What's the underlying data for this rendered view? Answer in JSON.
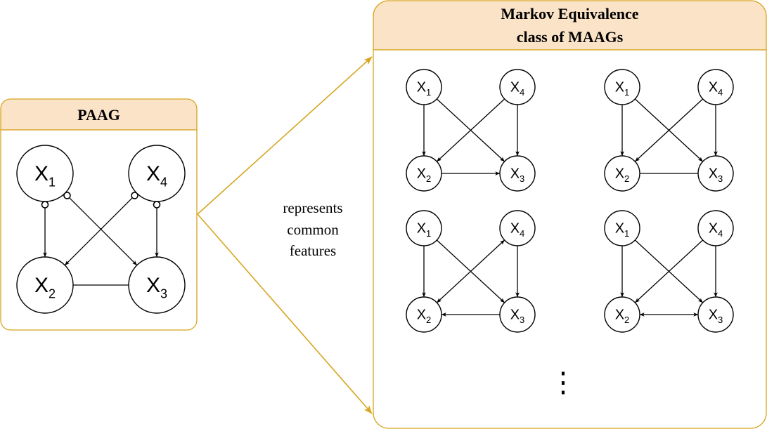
{
  "paag": {
    "title": "PAAG",
    "nodes": [
      {
        "id": "x1",
        "base": "X",
        "sub": "1"
      },
      {
        "id": "x4",
        "base": "X",
        "sub": "4"
      },
      {
        "id": "x2",
        "base": "X",
        "sub": "2"
      },
      {
        "id": "x3",
        "base": "X",
        "sub": "3"
      }
    ],
    "edges": [
      {
        "from": "x1",
        "to": "x2",
        "tail": "circle",
        "head": "arrow"
      },
      {
        "from": "x1",
        "to": "x3",
        "tail": "circle",
        "head": "arrow"
      },
      {
        "from": "x4",
        "to": "x2",
        "tail": "circle",
        "head": "arrow"
      },
      {
        "from": "x4",
        "to": "x3",
        "tail": "circle",
        "head": "arrow"
      },
      {
        "from": "x2",
        "to": "x3",
        "tail": "none",
        "head": "none"
      }
    ]
  },
  "connector_label": [
    "represents",
    "common",
    "features"
  ],
  "mec": {
    "title_lines": [
      "Markov Equivalence",
      "class of MAAGs"
    ],
    "graphs": [
      {
        "edges": [
          {
            "from": "x1",
            "to": "x2",
            "tail": "none",
            "head": "arrow"
          },
          {
            "from": "x1",
            "to": "x3",
            "tail": "none",
            "head": "arrow"
          },
          {
            "from": "x4",
            "to": "x2",
            "tail": "none",
            "head": "arrow"
          },
          {
            "from": "x4",
            "to": "x3",
            "tail": "none",
            "head": "arrow"
          },
          {
            "from": "x2",
            "to": "x3",
            "tail": "none",
            "head": "arrow"
          }
        ]
      },
      {
        "edges": [
          {
            "from": "x1",
            "to": "x2",
            "tail": "none",
            "head": "arrow"
          },
          {
            "from": "x1",
            "to": "x3",
            "tail": "none",
            "head": "arrow"
          },
          {
            "from": "x4",
            "to": "x2",
            "tail": "none",
            "head": "arrow"
          },
          {
            "from": "x4",
            "to": "x3",
            "tail": "none",
            "head": "arrow"
          },
          {
            "from": "x2",
            "to": "x3",
            "tail": "none",
            "head": "none"
          }
        ]
      },
      {
        "edges": [
          {
            "from": "x1",
            "to": "x2",
            "tail": "none",
            "head": "arrow"
          },
          {
            "from": "x1",
            "to": "x3",
            "tail": "none",
            "head": "arrow"
          },
          {
            "from": "x2",
            "to": "x4",
            "tail": "arrow",
            "head": "arrow"
          },
          {
            "from": "x4",
            "to": "x3",
            "tail": "none",
            "head": "arrow"
          },
          {
            "from": "x3",
            "to": "x2",
            "tail": "none",
            "head": "arrow"
          }
        ]
      },
      {
        "edges": [
          {
            "from": "x1",
            "to": "x2",
            "tail": "none",
            "head": "arrow"
          },
          {
            "from": "x1",
            "to": "x3",
            "tail": "none",
            "head": "arrow"
          },
          {
            "from": "x4",
            "to": "x2",
            "tail": "none",
            "head": "arrow"
          },
          {
            "from": "x4",
            "to": "x3",
            "tail": "none",
            "head": "arrow"
          },
          {
            "from": "x2",
            "to": "x3",
            "tail": "arrow",
            "head": "arrow"
          }
        ]
      }
    ],
    "ellipsis": "⋮"
  },
  "colors": {
    "panel_border": "#d6a520",
    "panel_header": "#fbe3c8",
    "connector": "#d6a520",
    "edge": "#000000"
  }
}
